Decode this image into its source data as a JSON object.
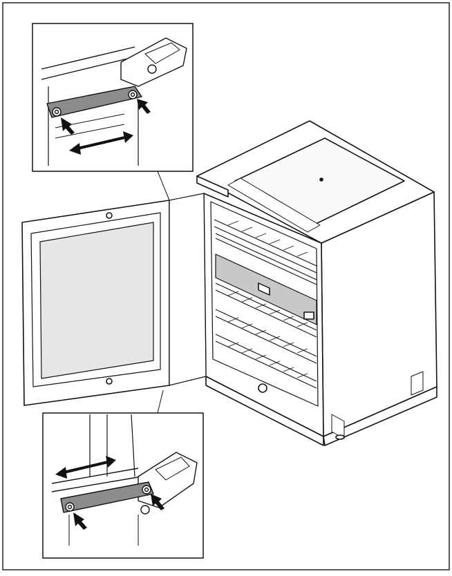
{
  "figure": {
    "description_free": true,
    "colors": {
      "line": "#111111",
      "frame": "#222222",
      "panel_fill": "#ffffff",
      "glass_fill": "#e6e6e6",
      "bracket_fill": "#8c8c8c",
      "display_fill": "#c8c8c8",
      "arrow_fill": "#111111"
    },
    "callouts": [
      {
        "name": "top-hinge-detail",
        "arrows": [
          "adjust-left-right",
          "screw-1",
          "screw-2"
        ]
      },
      {
        "name": "bottom-hinge-detail",
        "arrows": [
          "adjust-left-right",
          "screw-1",
          "screw-2"
        ]
      }
    ],
    "icons": [
      "double-arrow-icon",
      "push-arrow-icon",
      "screw-icon",
      "hinge-icon"
    ]
  }
}
